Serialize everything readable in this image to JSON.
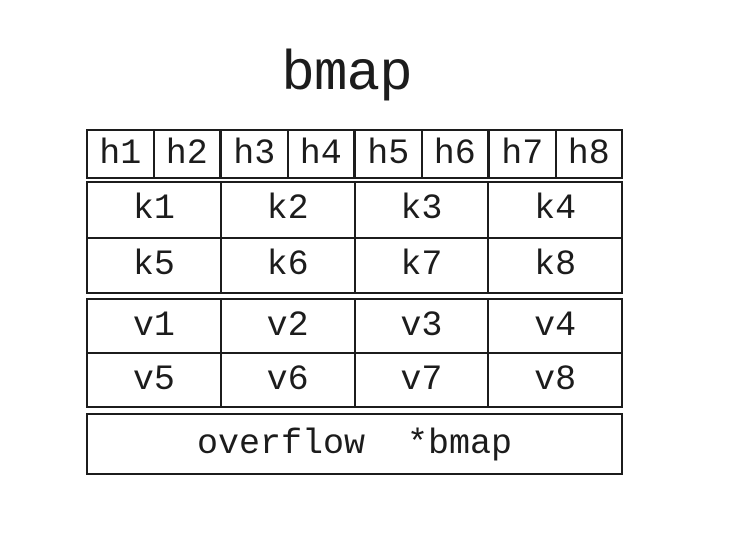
{
  "title": "bmap",
  "diagram": {
    "tophash_cells": [
      "h1",
      "h2",
      "h3",
      "h4",
      "h5",
      "h6",
      "h7",
      "h8"
    ],
    "key_rows": [
      [
        "k1",
        "k2",
        "k3",
        "k4"
      ],
      [
        "k5",
        "k6",
        "k7",
        "k8"
      ]
    ],
    "value_rows": [
      [
        "v1",
        "v2",
        "v3",
        "v4"
      ],
      [
        "v5",
        "v6",
        "v7",
        "v8"
      ]
    ],
    "overflow_label": "overflow  *bmap"
  },
  "colors": {
    "border": "#1c1c1c",
    "text": "#1c1c1c",
    "background": "#ffffff"
  }
}
